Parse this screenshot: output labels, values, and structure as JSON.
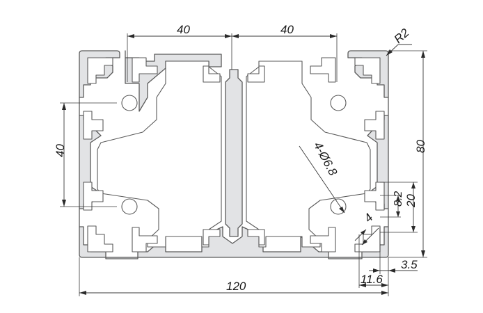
{
  "drawing": {
    "dimensions": {
      "top_left_width": "40",
      "top_right_width": "40",
      "corner_radius": "R2",
      "left_pitch": "40",
      "height": "80",
      "hole_spec": "4-Ø6.8",
      "slot_height_outer": "20",
      "slot_height_inner": "8.2",
      "wall_thickness": "4",
      "lip_width": "3.5",
      "slot_width": "11.6",
      "overall_width": "120"
    }
  }
}
